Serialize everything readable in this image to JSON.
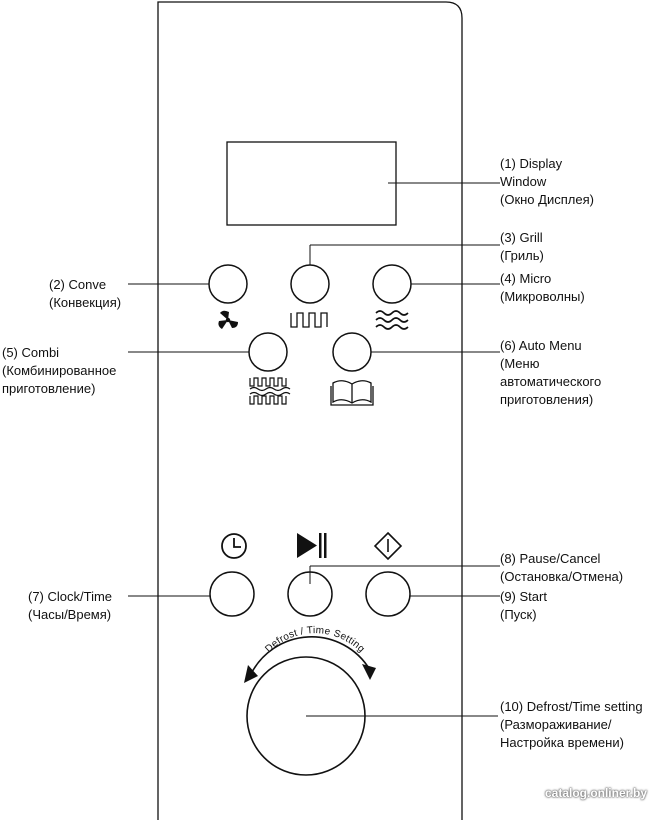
{
  "labels": {
    "display_window": [
      "(1) Display",
      "Window",
      "(Окно Дисплея)"
    ],
    "conve": [
      "(2) Conve",
      "(Конвекция)"
    ],
    "grill": [
      "(3) Grill",
      "(Гриль)"
    ],
    "micro": [
      "(4) Micro",
      "(Микроволны)"
    ],
    "combi": [
      "(5) Combi",
      "(Комбинированное",
      "приготовление)"
    ],
    "auto_menu": [
      "(6) Auto Menu",
      "(Меню",
      "автоматического",
      "приготовления)"
    ],
    "clock_time": [
      "(7) Clock/Time",
      "(Часы/Время)"
    ],
    "pause_cancel": [
      "(8) Pause/Cancel",
      "(Остановка/Отмена)"
    ],
    "start": [
      "(9) Start",
      "(Пуск)"
    ],
    "defrost_time": [
      "(10) Defrost/Time setting",
      "(Размораживание/",
      "Настройка времени)"
    ]
  },
  "dial_arc_text": "Defrost / Time Setting",
  "watermark": "catalog.onliner.by",
  "icons": {
    "conve": "fan-icon",
    "grill": "grill-heater-icon",
    "micro": "microwave-waves-icon",
    "combi": "combi-icon",
    "auto_menu": "open-book-icon",
    "clock": "clock-icon",
    "pause": "play-pause-icon",
    "start": "start-diamond-icon"
  },
  "colors": {
    "line": "#111111",
    "background": "#ffffff"
  }
}
